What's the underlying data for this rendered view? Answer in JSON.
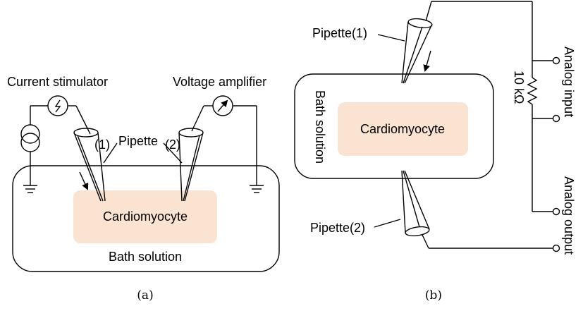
{
  "panel_a": {
    "current_stimulator": "Current stimulator",
    "voltage_amplifier": "Voltage amplifier",
    "pipette_label": "Pipette",
    "pipette_1_marker": "(1)",
    "pipette_2_marker": "(2)",
    "cell_label": "Cardiomyocyte",
    "bath_label": "Bath solution",
    "caption": "(a)"
  },
  "panel_b": {
    "pipette_1": "Pipette(1)",
    "pipette_2": "Pipette(2)",
    "bath_label": "Bath solution",
    "cell_label": "Cardiomyocyte",
    "resistor_label": "10 kΩ",
    "analog_input": "Analog input",
    "analog_output": "Analog output",
    "caption": "(b)"
  },
  "colors": {
    "cell_fill": "#fbe3d2",
    "line": "#000000"
  }
}
